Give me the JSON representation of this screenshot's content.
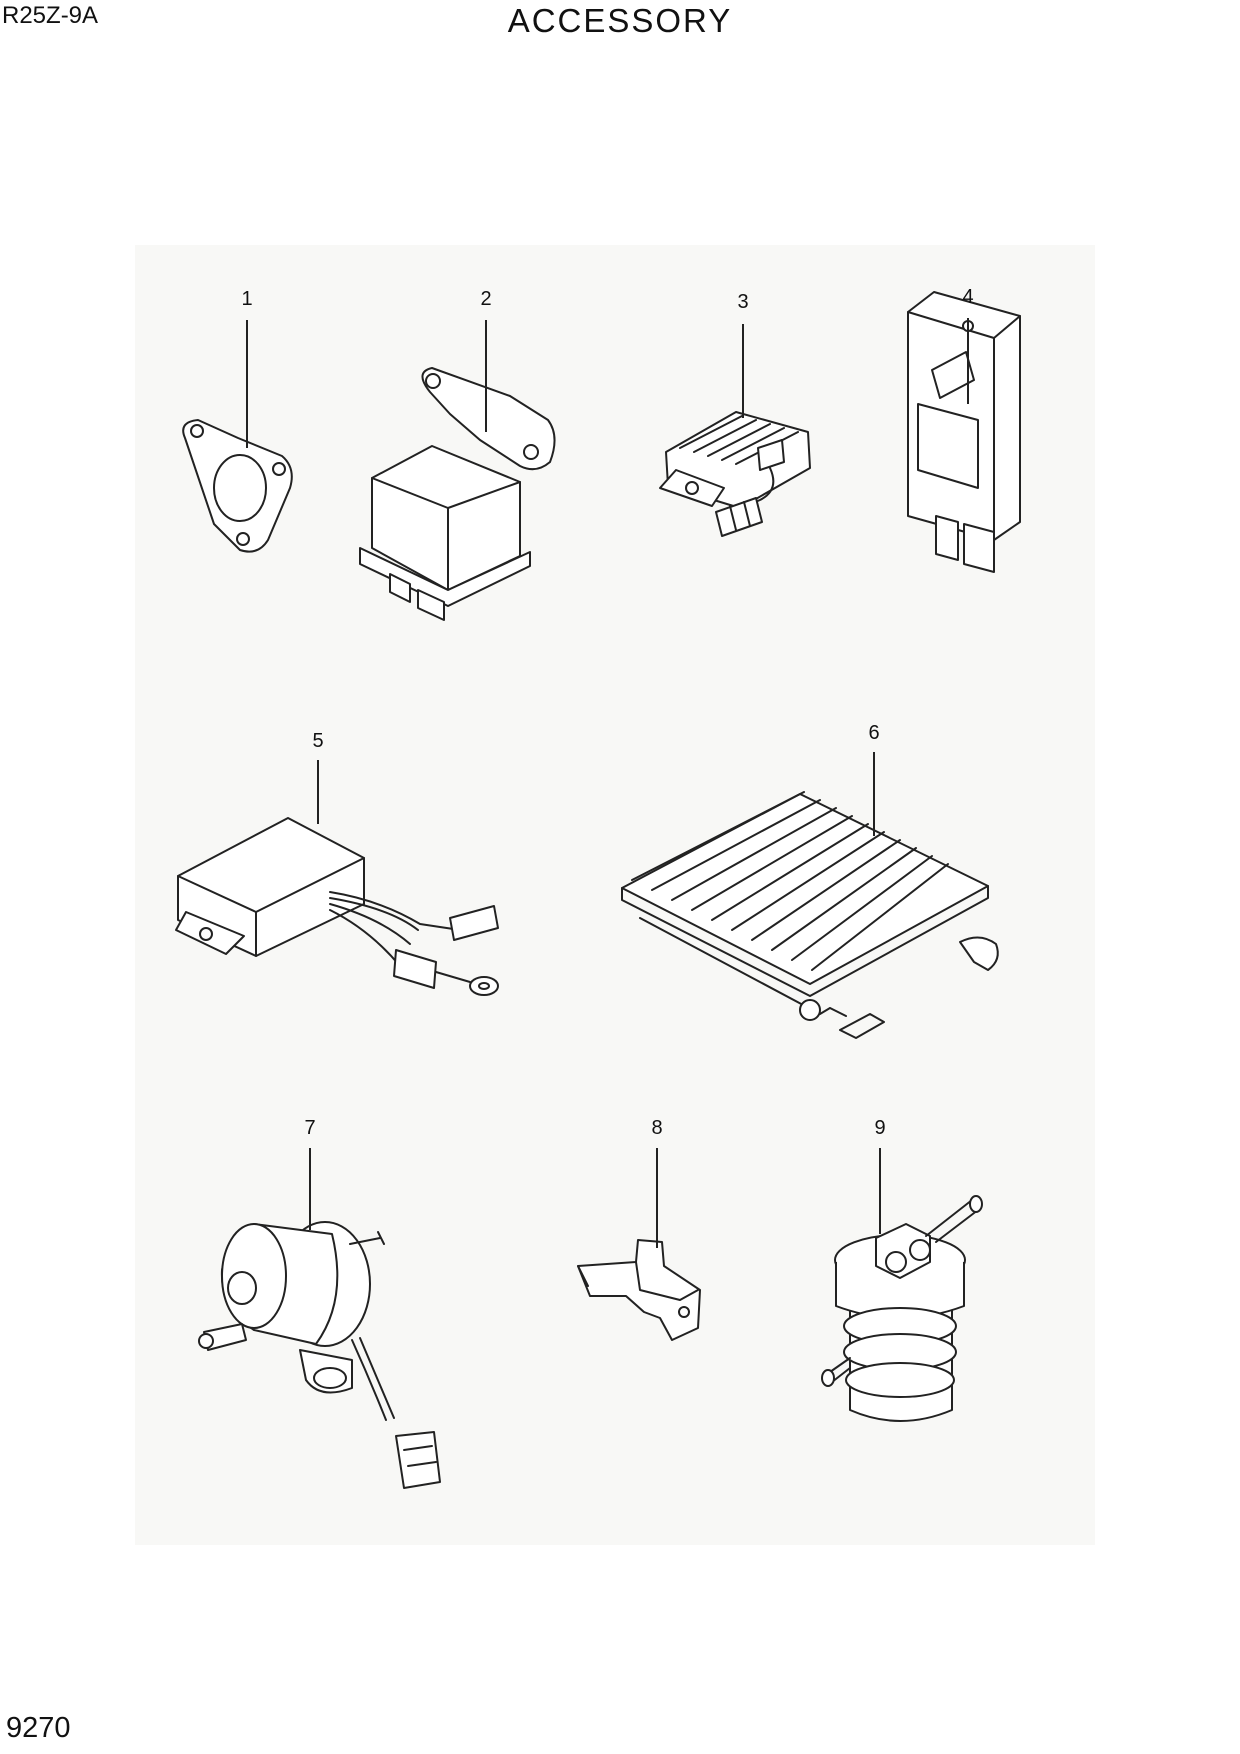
{
  "header": {
    "model": "R25Z-9A",
    "title": "ACCESSORY"
  },
  "footer": {
    "page_number": "9270"
  },
  "callouts": [
    "1",
    "2",
    "3",
    "4",
    "5",
    "6",
    "7",
    "8",
    "9"
  ]
}
